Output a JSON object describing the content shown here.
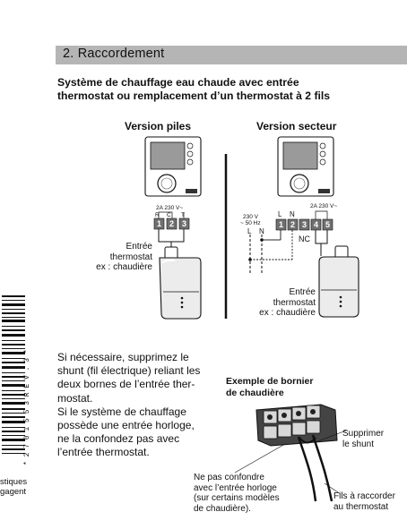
{
  "section": {
    "number_title": "2. Raccordement"
  },
  "subtitle": {
    "line1": "Système de chauffage eau chaude avec entrée",
    "line2": "thermostat ou remplacement d’un thermostat à 2 fils"
  },
  "piles": {
    "heading": "Version piles",
    "rating": "2A 230 V~",
    "rct": [
      "R",
      "C",
      "T"
    ],
    "terminals": [
      "1",
      "2",
      "3"
    ],
    "label": [
      "Entrée",
      "thermostat",
      "ex : chaudière"
    ]
  },
  "secteur": {
    "heading": "Version secteur",
    "supply": [
      "230 V",
      "~ 50 Hz"
    ],
    "ln_left": [
      "L",
      "N"
    ],
    "ln_top": [
      "L",
      "N"
    ],
    "rating": "2A 230 V~",
    "terminals": [
      "1",
      "2",
      "3",
      "4",
      "5"
    ],
    "nc": "NC",
    "label": [
      "Entrée",
      "thermostat",
      "ex : chaudière"
    ]
  },
  "explanation": [
    "Si nécessaire, supprimez le",
    "shunt (fil électrique) reliant les",
    "deux bornes de l’entrée ther-",
    "mostat.",
    "Si le système de chauffage",
    "possède une entrée horloge,",
    "ne la confondez pas avec",
    "l’entrée thermostat."
  ],
  "bornier": {
    "title": [
      "Exemple de bornier",
      "de chaudière"
    ],
    "remove_shunt": [
      "Supprimer",
      "le shunt"
    ],
    "no_confuse": [
      "Ne pas confondre",
      "avec l’entrée horloge",
      "(sur certains modèles",
      "de chaudière)."
    ],
    "wires": [
      "Fils à raccorder",
      "au thermostat"
    ]
  },
  "margin": {
    "barcode_text": "* 2 7 0 1 5 5 3 R E V . 3 *",
    "cut_text": [
      "stiques",
      "gagent"
    ]
  },
  "colors": {
    "header_bg": "#b5b5b5",
    "ink": "#111111",
    "terminal_fill": "#707070",
    "boiler_fill": "#ececec"
  }
}
